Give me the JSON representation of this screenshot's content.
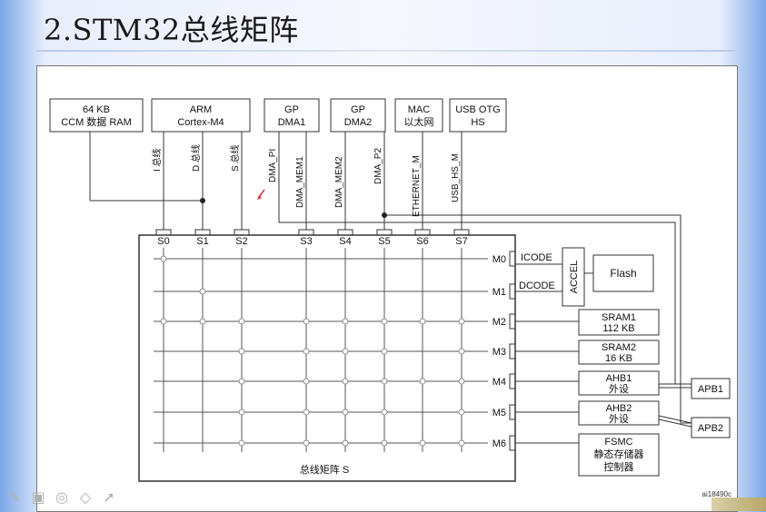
{
  "slide": {
    "title": "2.STM32总线矩阵"
  },
  "masters": [
    {
      "id": "ccm",
      "line1": "64 KB",
      "line2": "CCM 数据 RAM"
    },
    {
      "id": "arm",
      "line1": "ARM",
      "line2": "Cortex-M4"
    },
    {
      "id": "dma1",
      "line1": "GP",
      "line2": "DMA1"
    },
    {
      "id": "dma2",
      "line1": "GP",
      "line2": "DMA2"
    },
    {
      "id": "mac",
      "line1": "MAC",
      "line2": "以太网"
    },
    {
      "id": "usb",
      "line1": "USB OTG",
      "line2": "HS"
    }
  ],
  "bus_labels": [
    "I 总线",
    "D 总线",
    "S 总线",
    "DMA_PI",
    "DMA_MEM1",
    "DMA_MEM2",
    "DMA_P2",
    "ETHERNET_M",
    "USB_HS_M"
  ],
  "slave_ports": [
    "S0",
    "S1",
    "S2",
    "S3",
    "S4",
    "S5",
    "S6",
    "S7"
  ],
  "master_ports": [
    "M0",
    "M1",
    "M2",
    "M3",
    "M4",
    "M5",
    "M6"
  ],
  "bus_codes": [
    "ICODE",
    "DCODE"
  ],
  "accel": "ACCEL",
  "flash": "Flash",
  "slaves": [
    {
      "id": "sram1",
      "line1": "SRAM1",
      "line2": "112 KB"
    },
    {
      "id": "sram2",
      "line1": "SRAM2",
      "line2": "16 KB"
    },
    {
      "id": "ahb1",
      "line1": "AHB1",
      "line2": "外设"
    },
    {
      "id": "ahb2",
      "line1": "AHB2",
      "line2": "外设"
    },
    {
      "id": "fsmc",
      "line1": "FSMC",
      "line2": "静态存储器",
      "line3": "控制器"
    }
  ],
  "apb": [
    "APB1",
    "APB2"
  ],
  "matrix_label": "总线矩阵 S",
  "figure_id": "ai18490c",
  "colors": {
    "line": "#333333",
    "box": "#222222",
    "thin": "#555555"
  },
  "toolbar_icons": [
    "pen-icon",
    "screen-icon",
    "lasso-icon",
    "eraser-icon",
    "pointer-icon"
  ]
}
